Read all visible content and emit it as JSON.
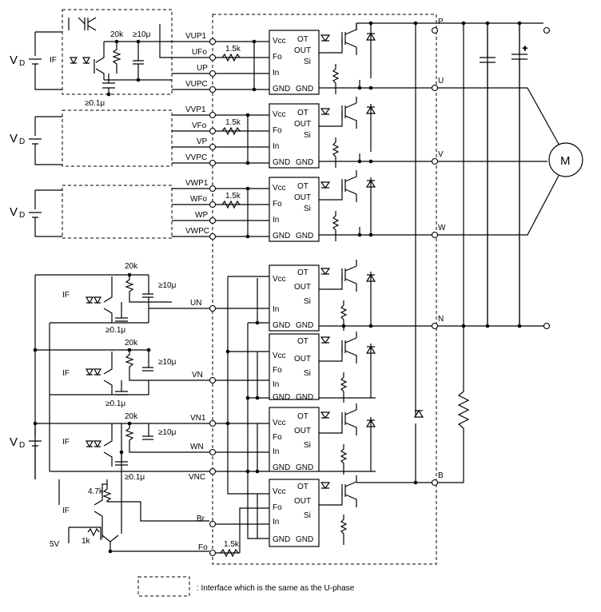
{
  "signals": {
    "vup1": "VUP1",
    "ufo": "UFo",
    "up": "UP",
    "vupc": "VUPC",
    "vvp1": "VVP1",
    "vfo": "VFo",
    "vp": "VP",
    "vvpc": "VVPC",
    "vwp1": "VWP1",
    "wfo": "WFo",
    "wp": "WP",
    "vwpc": "VWPC",
    "un": "UN",
    "vn": "VN",
    "vn1": "VN1",
    "wn": "WN",
    "vnc": "VNC",
    "br": "Br",
    "fo": "Fo"
  },
  "outputs": {
    "p": "P",
    "u": "U",
    "v": "V",
    "w": "W",
    "n": "N",
    "b": "B"
  },
  "pins": {
    "vcc": "Vcc",
    "fo": "Fo",
    "in": "In",
    "gnd": "GND",
    "ot": "OT",
    "out": "OUT",
    "si": "Si"
  },
  "values": {
    "r20k": "20k",
    "c10u": "≥10μ",
    "c01u": "≥0.1μ",
    "r15k": "1.5k",
    "r47k": "4.7k",
    "r1k": "1k",
    "v5": "5V",
    "vd": "VD",
    "vd_sub": "D",
    "vd_main": "V",
    "if": "IF"
  },
  "motor": "M",
  "legend": ": Interface which is the same as the U-phase"
}
